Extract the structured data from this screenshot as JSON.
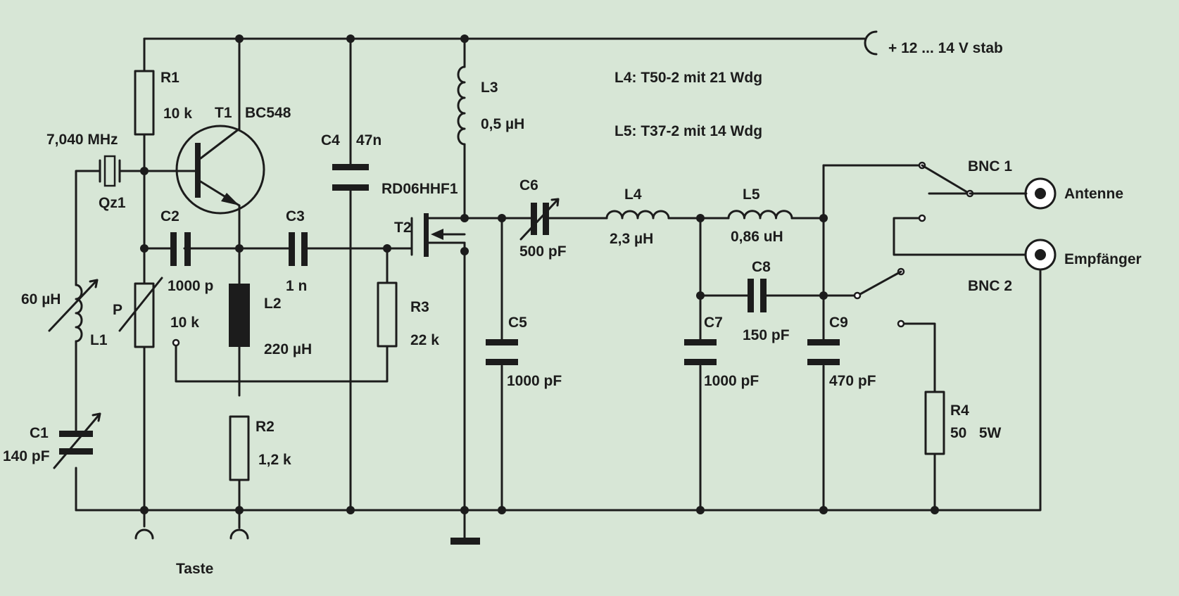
{
  "supply": "+ 12 ... 14 V stab",
  "coil_notes": {
    "l4": "L4: T50-2 mit 21 Wdg",
    "l5": "L5: T37-2 mit 14 Wdg"
  },
  "components": {
    "r1": {
      "name": "R1",
      "value": "10 k"
    },
    "t1": {
      "name": "T1",
      "type": "BC548"
    },
    "qz1": {
      "name": "Qz1",
      "freq": "7,040 MHz"
    },
    "c4": {
      "name": "C4",
      "value": "47n"
    },
    "l3": {
      "name": "L3",
      "value": "0,5 µH"
    },
    "t2": {
      "name": "T2",
      "type": "RD06HHF1"
    },
    "c2": {
      "name": "C2",
      "value": "1000 p"
    },
    "c3": {
      "name": "C3",
      "value": "1 n"
    },
    "c6": {
      "name": "C6",
      "value": "500 pF"
    },
    "l4": {
      "name": "L4",
      "value": "2,3 µH"
    },
    "l5": {
      "name": "L5",
      "value": "0,86 uH"
    },
    "l1": {
      "name": "L1",
      "value": "60 µH"
    },
    "p": {
      "name": "P",
      "value": "10 k"
    },
    "l2": {
      "name": "L2",
      "value": "220 µH"
    },
    "r3": {
      "name": "R3",
      "value": "22 k"
    },
    "c5": {
      "name": "C5",
      "value": "1000 pF"
    },
    "c7": {
      "name": "C7",
      "value": "1000 pF"
    },
    "c8": {
      "name": "C8",
      "value": "150 pF"
    },
    "c9": {
      "name": "C9",
      "value": "470 pF"
    },
    "c1": {
      "name": "C1",
      "value": "140 pF"
    },
    "r2": {
      "name": "R2",
      "value": "1,2 k"
    },
    "r4": {
      "name": "R4",
      "value": "50   5W"
    }
  },
  "connectors": {
    "bnc1": "BNC 1",
    "bnc2": "BNC 2",
    "antenne": "Antenne",
    "empfaenger": "Empfänger",
    "taste": "Taste"
  },
  "colors": {
    "background": "#d7e6d6",
    "ink": "#1c1c1c"
  }
}
